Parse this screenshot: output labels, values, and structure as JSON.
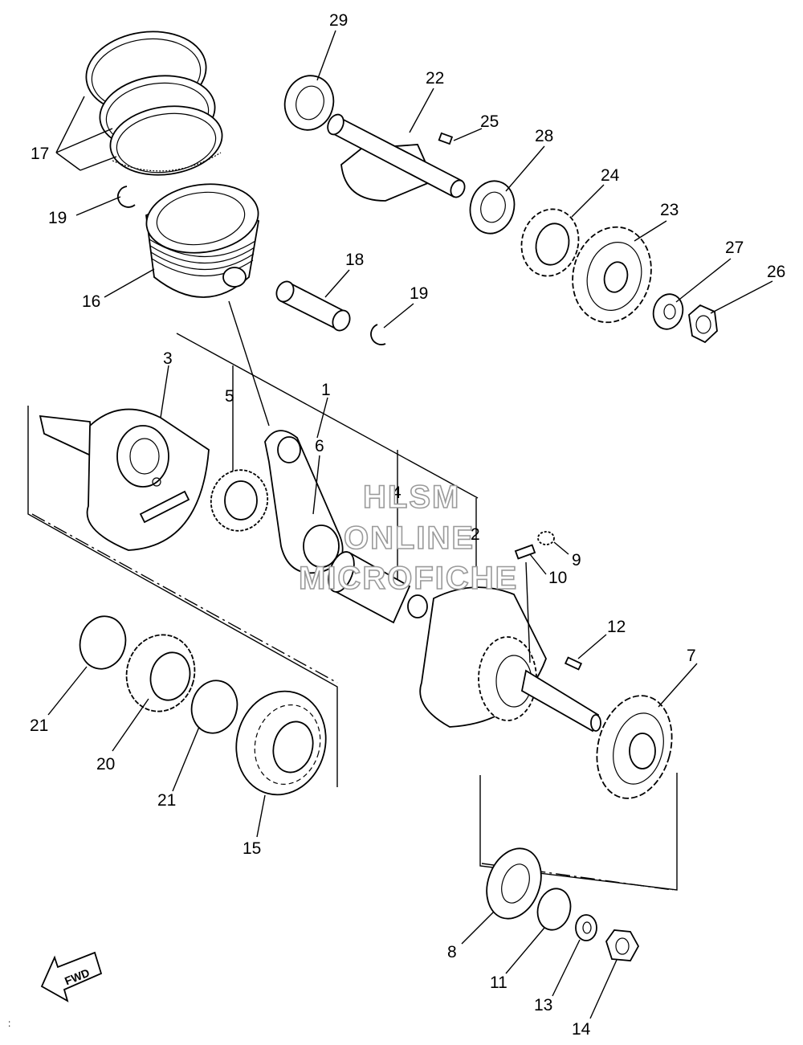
{
  "watermark": [
    "HLSM",
    "ONLINE",
    "MICROFICHE"
  ],
  "fwd_label": "FWD",
  "corner_mark": ":",
  "callouts": [
    "29",
    "22",
    "25",
    "28",
    "24",
    "23",
    "27",
    "26",
    "17",
    "19",
    "16",
    "18",
    "19",
    "3",
    "5",
    "1",
    "6",
    "4",
    "2",
    "9",
    "10",
    "12",
    "7",
    "21",
    "20",
    "21",
    "15",
    "8",
    "11",
    "13",
    "14"
  ]
}
